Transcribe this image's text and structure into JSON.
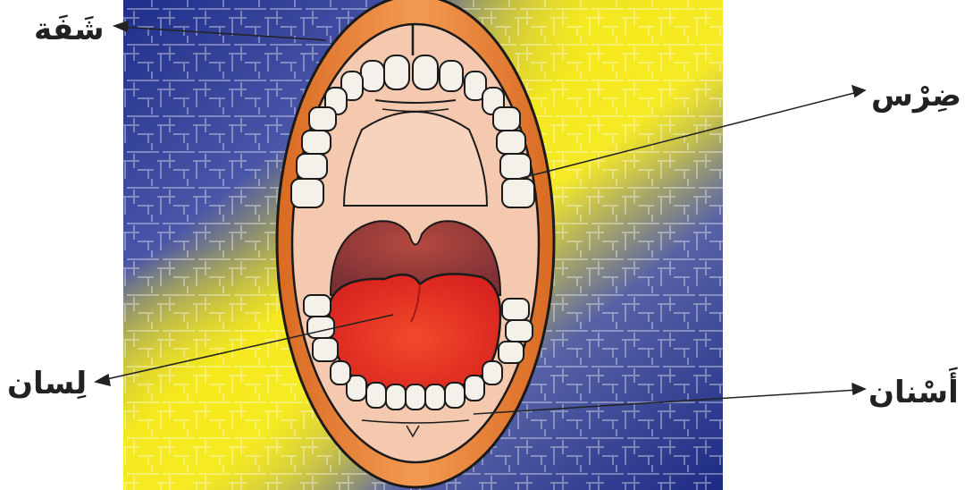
{
  "labels": {
    "lip": "شَفَة",
    "molar": "ضِرْس",
    "tongue": "لِسان",
    "teeth": "أَسْنان"
  },
  "colors": {
    "background_blue": "#2b3a8c",
    "background_yellow": "#f4e81c",
    "lip_orange": "#e87a2c",
    "mouth_inner": "#f5c9b0",
    "throat": "#9a3b3b",
    "tongue_red": "#e8322a",
    "tooth_white": "#f4f1ea",
    "outline": "#1a1a1a"
  }
}
